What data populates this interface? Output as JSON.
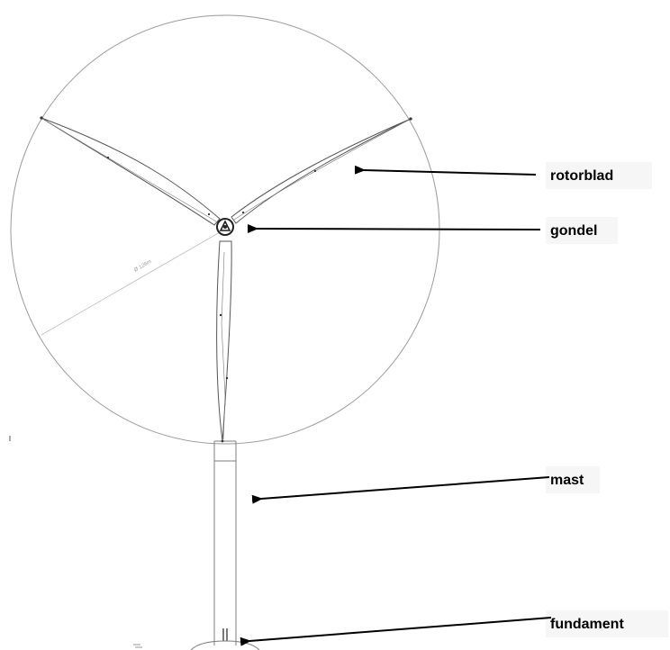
{
  "labels": {
    "rotorblad": "rotorblad",
    "gondel": "gondel",
    "mast": "mast",
    "fundament": "fundament"
  },
  "diameter_note": "Ø 126m",
  "colors": {
    "line": "#7d7d7d",
    "blade": "#555555",
    "arrow": "#000000",
    "label_bg": "#f6f6f6"
  }
}
